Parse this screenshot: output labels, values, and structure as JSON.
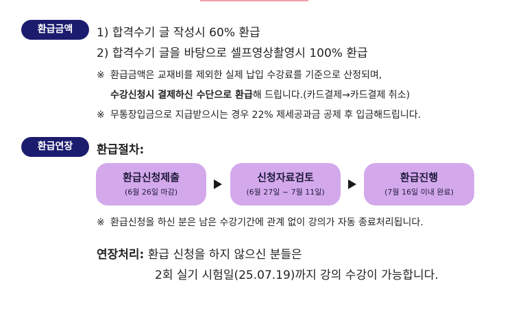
{
  "refund_amount": {
    "badge": "환급금액",
    "items": [
      "1) 합격수기 글 작성시 60% 환급",
      "2) 합격수기 글을 바탕으로 셀프영상촬영시 100% 환급"
    ],
    "notes": {
      "mark": "※",
      "note1_line1": "환급금액은 교재비를 제외한 실제 납입 수강료를 기준으로 산정되며,",
      "note1_line2_bold": "수강신청시 결제하신 수단으로 환급",
      "note1_line2_rest": "해 드립니다.(카드결제→카드결제 취소)",
      "note2": "무통장입금으로 지급받으시는 경우 22% 제세공과금 공제 후 입금해드립니다."
    }
  },
  "refund_extension": {
    "badge": "환급연장",
    "procedure_title": "환급절차:",
    "steps": [
      {
        "title": "환급신청제출",
        "sub": "(6월 26일 마감)"
      },
      {
        "title": "신청자료검토",
        "sub": "(6월 27일 ~ 7월 11일)"
      },
      {
        "title": "환급진행",
        "sub": "(7월 16일 이내 완료)"
      }
    ],
    "note": "환급신청을 하신 분은 남은 수강기간에 관계 없이 강의가 자동 종료처리됩니다.",
    "extension_label": "연장처리:",
    "extension_line1": "환급 신청을 하지 않으신 분들은",
    "extension_line2": "2회 실기 시험일(25.07.19)까지 강의 수강이 가능합니다."
  }
}
